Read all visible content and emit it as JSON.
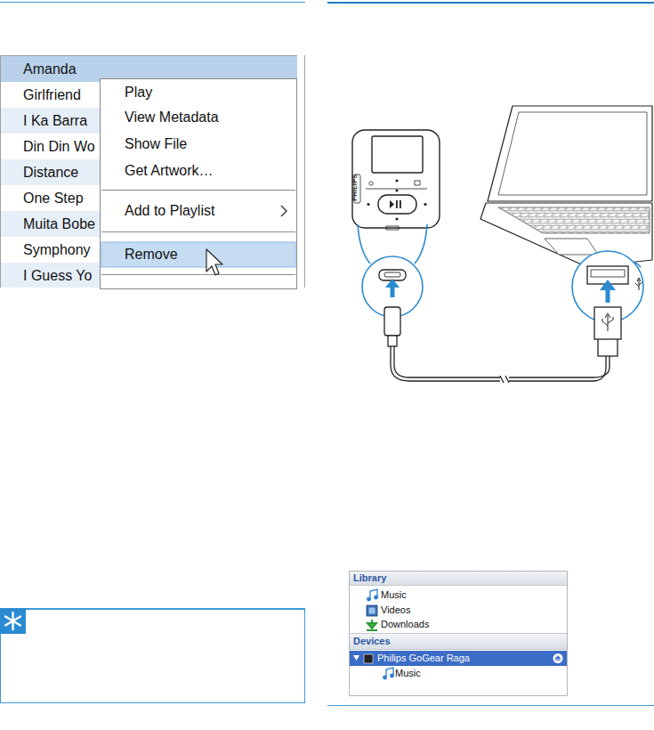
{
  "diagram": {
    "nodes": [
      {
        "text": [
          "Amanda",
          "Girlfriend",
          "I Ka Barra",
          "Din Din Wo",
          "Distance",
          "One Step",
          "Muita Bobe",
          "Symphony",
          "I Guess Yo"
        ]
      },
      {
        "text": [
          "Play",
          "View Metadata",
          "Show File",
          "Get Artwork…",
          "Add to Playlist",
          "Remove"
        ],
        "in": 0
      },
      {
        "text": [
          "Library",
          "Music",
          "Videos",
          "Downloads",
          "Devices",
          "Philips GoGear Raga",
          "Music"
        ]
      }
    ],
    "labels": [
      "PHILIPS"
    ]
  }
}
